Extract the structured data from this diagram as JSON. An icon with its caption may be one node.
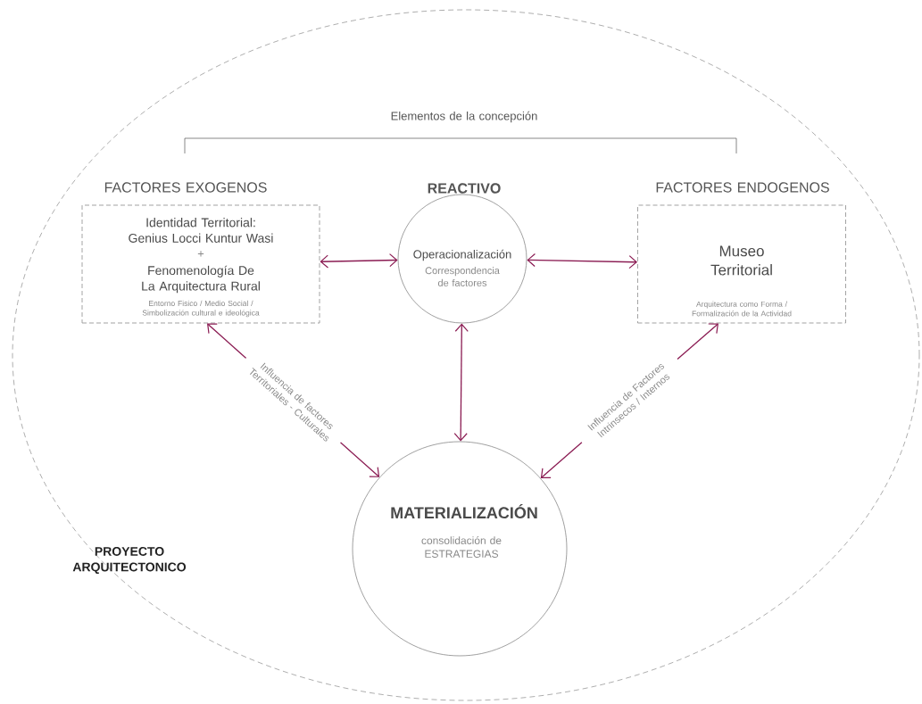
{
  "diagram": {
    "nodes": [
      {
        "text": [
          "PROYECTO ARQUITECTONICO"
        ]
      },
      {
        "text": [
          "FACTORES EXOGENOS",
          "Identidad Territorial: Genius Locci Kuntur Wasi",
          "+",
          "Fenomenología De La Arquitectura Rural",
          "Entorno Fisico / Medio Social / Simbolización cultural e ideológica"
        ],
        "in": 0
      },
      {
        "text": [
          "REACTIVO",
          "Operacionalización",
          "Correspondencia de factores"
        ],
        "in": 0
      },
      {
        "text": [
          "FACTORES ENDOGENOS",
          "Museo Territorial",
          "Arquitectura como Forma / Formalización de la Actividad"
        ],
        "in": 0
      },
      {
        "text": [
          "MATERIALIZACIÓN",
          "consolidación de ESTRATEGIAS"
        ],
        "in": 0
      }
    ],
    "edges": [
      {
        "from": 1,
        "to": 2,
        "arrow": "both"
      },
      {
        "from": 2,
        "to": 3,
        "arrow": "both"
      },
      {
        "from": 1,
        "to": 4,
        "arrow": "both",
        "label": "Influencia de factores Territoriales - Culturales"
      },
      {
        "from": 2,
        "to": 4,
        "arrow": "both"
      },
      {
        "from": 3,
        "to": 4,
        "arrow": "both",
        "label": "Influencia de Factores Intrinsecos / Internos"
      }
    ],
    "labels": [
      "Elementos de la concepción"
    ]
  }
}
